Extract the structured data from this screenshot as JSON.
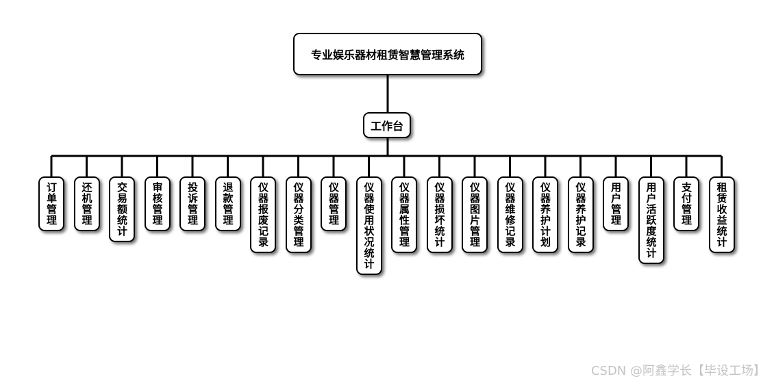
{
  "diagram": {
    "root": "专业娱乐器材租赁智慧管理系统",
    "hub": "工作台",
    "leaves": [
      "订单管理",
      "还机管理",
      "交易额统计",
      "审核管理",
      "投诉管理",
      "退款管理",
      "仪器报废记录",
      "仪器分类管理",
      "仪器管理",
      "仪器使用状况统计",
      "仪器属性管理",
      "仪器损坏统计",
      "仪器图片管理",
      "仪器维修记录",
      "仪器养护计划",
      "仪器养护记录",
      "用户管理",
      "用户活跃度统计",
      "支付管理",
      "租赁收益统计"
    ]
  },
  "watermark": "CSDN @阿鑫学长【毕设工场】"
}
